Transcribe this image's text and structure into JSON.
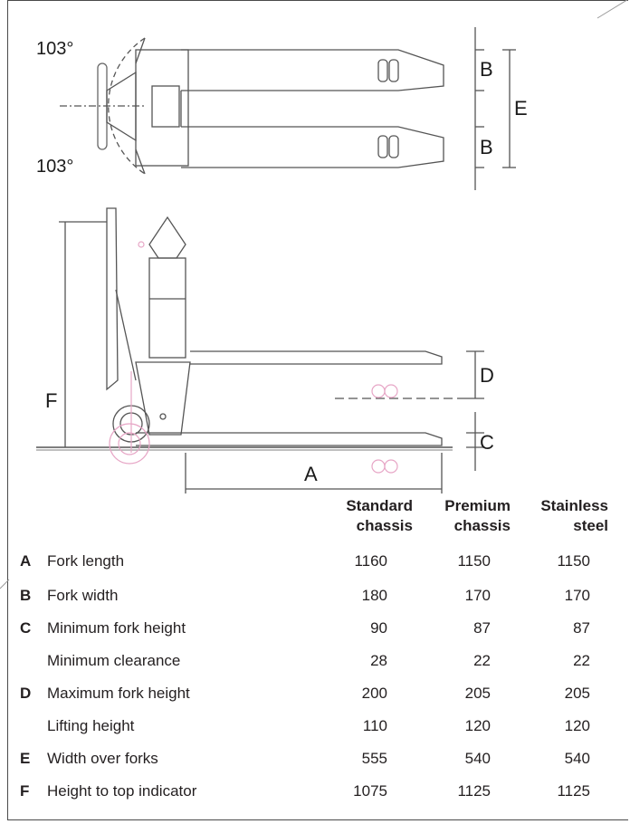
{
  "diagram": {
    "angle_top": "103°",
    "angle_bottom": "103°",
    "labels": {
      "A": "A",
      "B1": "B",
      "B2": "B",
      "C": "C",
      "D": "D",
      "E": "E",
      "F": "F"
    }
  },
  "table": {
    "columns": [
      {
        "line1": "Standard",
        "line2": "chassis"
      },
      {
        "line1": "Premium",
        "line2": "chassis"
      },
      {
        "line1": "Stainless",
        "line2": "steel"
      }
    ],
    "rows": [
      {
        "letter": "A",
        "name": "Fork length",
        "values": [
          "1160",
          "1150",
          "1150"
        ]
      },
      {
        "letter": "B",
        "name": "Fork width",
        "values": [
          "180",
          "170",
          "170"
        ]
      },
      {
        "letter": "C",
        "name": "Minimum fork height",
        "values": [
          "90",
          "87",
          "87"
        ]
      },
      {
        "letter": "",
        "name": "Minimum clearance",
        "values": [
          "28",
          "22",
          "22"
        ]
      },
      {
        "letter": "D",
        "name": "Maximum fork height",
        "values": [
          "200",
          "205",
          "205"
        ]
      },
      {
        "letter": "",
        "name": "Lifting height",
        "values": [
          "110",
          "120",
          "120"
        ]
      },
      {
        "letter": "E",
        "name": "Width over forks",
        "values": [
          "555",
          "540",
          "540"
        ]
      },
      {
        "letter": "F",
        "name": "Height to top indicator",
        "values": [
          "1075",
          "1125",
          "1125"
        ]
      }
    ]
  }
}
